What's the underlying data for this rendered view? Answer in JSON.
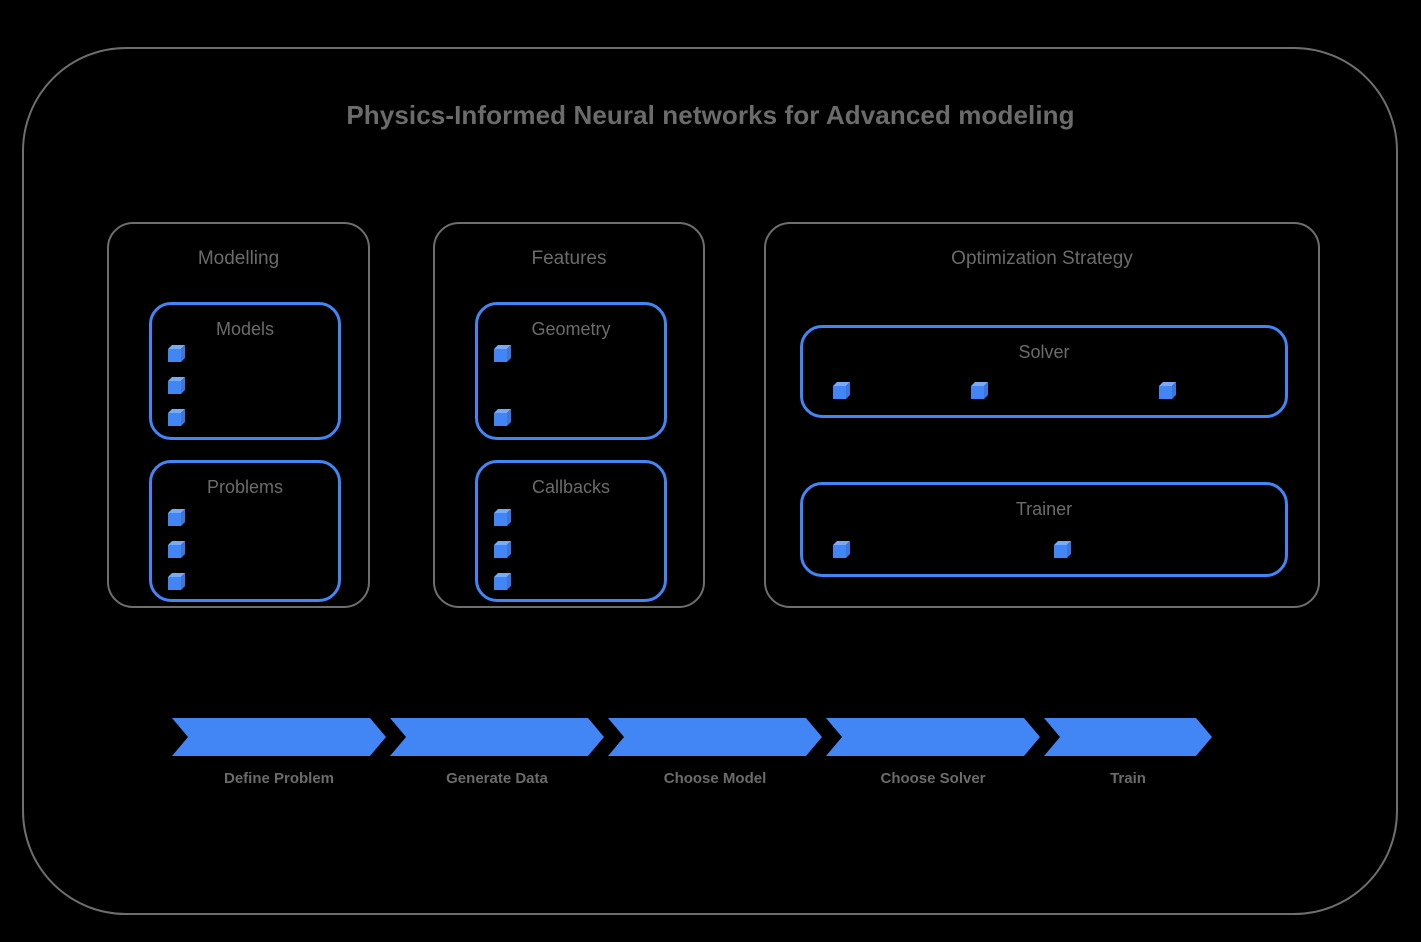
{
  "title": "Physics-Informed Neural networks for Advanced modeling",
  "colors": {
    "background": "#000000",
    "frame_stroke": "#6e6e6e",
    "accent_blue": "#4285F4",
    "cube_top": "#7aa9f7",
    "cube_side": "#3c76d8",
    "text_gray": "#6b6b6b"
  },
  "groups": [
    {
      "name": "modelling",
      "title": "Modelling",
      "panels": [
        {
          "name": "models",
          "title": "Models",
          "item_count": 3,
          "layout": "vertical"
        },
        {
          "name": "problems",
          "title": "Problems",
          "item_count": 3,
          "layout": "vertical"
        }
      ]
    },
    {
      "name": "features",
      "title": "Features",
      "panels": [
        {
          "name": "geometry",
          "title": "Geometry",
          "item_count": 2,
          "layout": "vertical"
        },
        {
          "name": "callbacks",
          "title": "Callbacks",
          "item_count": 3,
          "layout": "vertical"
        }
      ]
    },
    {
      "name": "optimization-strategy",
      "title": "Optimization Strategy",
      "panels": [
        {
          "name": "solver",
          "title": "Solver",
          "item_count": 3,
          "layout": "horizontal"
        },
        {
          "name": "trainer",
          "title": "Trainer",
          "item_count": 2,
          "layout": "horizontal"
        }
      ]
    }
  ],
  "flow": {
    "steps": [
      {
        "label": "Define Problem"
      },
      {
        "label": "Generate Data"
      },
      {
        "label": "Choose Model"
      },
      {
        "label": "Choose Solver"
      },
      {
        "label": "Train"
      }
    ]
  }
}
